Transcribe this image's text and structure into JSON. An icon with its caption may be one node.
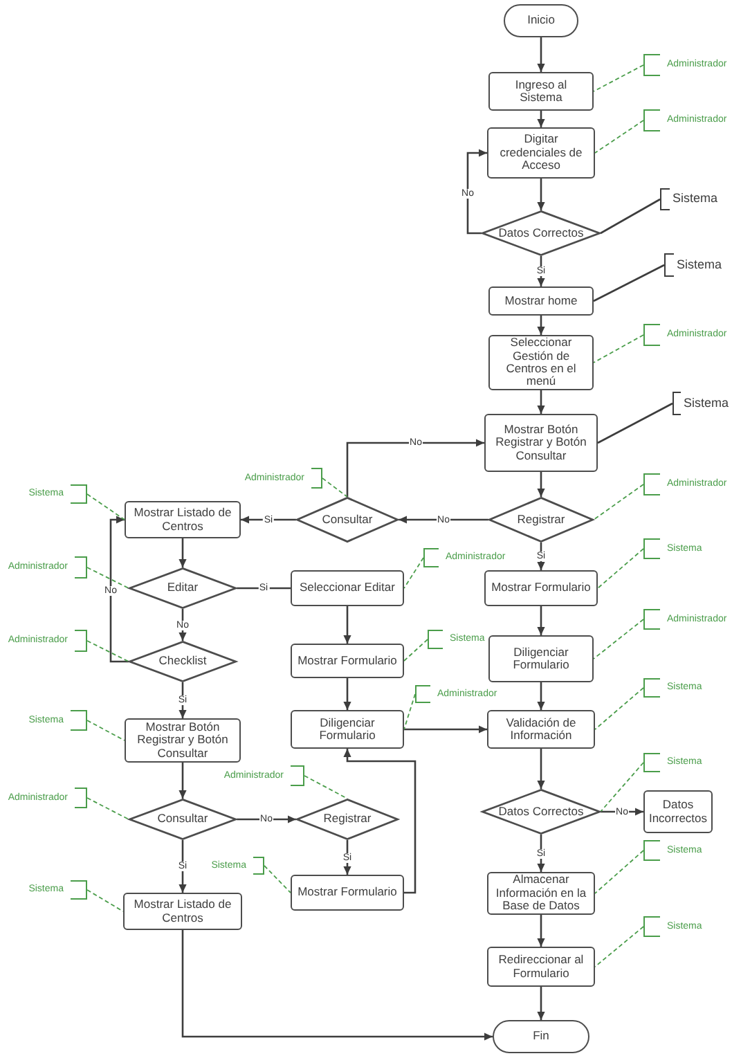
{
  "diagram": {
    "nodes": [
      {
        "text": [
          "Inicio"
        ]
      },
      {
        "text": [
          "Ingreso al Sistema"
        ]
      },
      {
        "text": [
          "Digitar credenciales de Acceso"
        ]
      },
      {
        "text": [
          "Datos Correctos"
        ]
      },
      {
        "text": [
          "Mostrar home"
        ]
      },
      {
        "text": [
          "Seleccionar Gestión de Centros en el menú"
        ]
      },
      {
        "text": [
          "Mostrar Botón Registrar y Botón Consultar"
        ]
      },
      {
        "text": [
          "Registrar"
        ]
      },
      {
        "text": [
          "Consultar"
        ]
      },
      {
        "text": [
          "Mostrar Listado de Centros"
        ]
      },
      {
        "text": [
          "Editar"
        ]
      },
      {
        "text": [
          "Seleccionar Editar"
        ]
      },
      {
        "text": [
          "Checklist"
        ]
      },
      {
        "text": [
          "Mostrar Botón Registrar y Botón Consultar"
        ]
      },
      {
        "text": [
          "Mostrar Formulario"
        ]
      },
      {
        "text": [
          "Diligenciar Formulario"
        ]
      },
      {
        "text": [
          "Consultar"
        ]
      },
      {
        "text": [
          "Registrar"
        ]
      },
      {
        "text": [
          "Mostrar Formulario"
        ]
      },
      {
        "text": [
          "Mostrar Listado de Centros"
        ]
      },
      {
        "text": [
          "Mostrar Formulario"
        ]
      },
      {
        "text": [
          "Diligenciar Formulario"
        ]
      },
      {
        "text": [
          "Validación de Información"
        ]
      },
      {
        "text": [
          "Datos Correctos"
        ]
      },
      {
        "text": [
          "Datos Incorrectos"
        ]
      },
      {
        "text": [
          "Almacenar Información en la Base de Datos"
        ]
      },
      {
        "text": [
          "Redireccionar al Formulario"
        ]
      },
      {
        "text": [
          "Fin"
        ]
      },
      {
        "text": [
          "Administrador"
        ]
      },
      {
        "text": [
          "Administrador"
        ]
      },
      {
        "text": [
          "Sistema"
        ]
      },
      {
        "text": [
          "Sistema"
        ]
      },
      {
        "text": [
          "Administrador"
        ]
      },
      {
        "text": [
          "Sistema"
        ]
      },
      {
        "text": [
          "Administrador"
        ]
      },
      {
        "text": [
          "Sistema"
        ]
      },
      {
        "text": [
          "Administrador"
        ]
      },
      {
        "text": [
          "Sistema"
        ]
      },
      {
        "text": [
          "Sistema"
        ]
      },
      {
        "text": [
          "Sistema"
        ]
      },
      {
        "text": [
          "Sistema"
        ]
      },
      {
        "text": [
          "Administrador"
        ]
      },
      {
        "text": [
          "Sistema"
        ]
      },
      {
        "text": [
          "Administrador"
        ]
      },
      {
        "text": [
          "Administrador"
        ]
      },
      {
        "text": [
          "Sistema"
        ]
      },
      {
        "text": [
          "Administrador"
        ]
      },
      {
        "text": [
          "Sistema"
        ]
      },
      {
        "text": [
          "Administrador"
        ]
      },
      {
        "text": [
          "Administrador"
        ]
      },
      {
        "text": [
          "Sistema"
        ]
      },
      {
        "text": [
          "Administrador"
        ]
      },
      {
        "text": [
          "Sistema"
        ]
      }
    ],
    "edges": [
      {
        "from": 0,
        "to": 1,
        "arrow": "to"
      },
      {
        "from": 1,
        "to": 2,
        "arrow": "to"
      },
      {
        "from": 2,
        "to": 3,
        "arrow": "to"
      },
      {
        "from": 3,
        "to": 2,
        "arrow": "to",
        "label": "No"
      },
      {
        "from": 3,
        "to": 4,
        "arrow": "to",
        "label": "Si"
      },
      {
        "from": 4,
        "to": 5,
        "arrow": "to"
      },
      {
        "from": 5,
        "to": 6,
        "arrow": "to"
      },
      {
        "from": 6,
        "to": 7,
        "arrow": "to"
      },
      {
        "from": 7,
        "to": 8,
        "arrow": "to",
        "label": "No"
      },
      {
        "from": 8,
        "to": 6,
        "arrow": "to",
        "label": "No"
      },
      {
        "from": 8,
        "to": 9,
        "arrow": "to",
        "label": "Si"
      },
      {
        "from": 9,
        "to": 10,
        "arrow": "to"
      },
      {
        "from": 10,
        "to": 11,
        "arrow": "none",
        "label": "Si"
      },
      {
        "from": 10,
        "to": 12,
        "arrow": "to",
        "label": "No"
      },
      {
        "from": 12,
        "to": 9,
        "arrow": "to",
        "label": "No"
      },
      {
        "from": 12,
        "to": 13,
        "arrow": "to",
        "label": "Si"
      },
      {
        "from": 11,
        "to": 14,
        "arrow": "to"
      },
      {
        "from": 14,
        "to": 15,
        "arrow": "to"
      },
      {
        "from": 15,
        "to": 22,
        "arrow": "to"
      },
      {
        "from": 13,
        "to": 16,
        "arrow": "to"
      },
      {
        "from": 16,
        "to": 17,
        "arrow": "to",
        "label": "No"
      },
      {
        "from": 16,
        "to": 19,
        "arrow": "to",
        "label": "Si"
      },
      {
        "from": 17,
        "to": 18,
        "arrow": "to",
        "label": "Si"
      },
      {
        "from": 18,
        "to": 15,
        "arrow": "to"
      },
      {
        "from": 19,
        "to": 27,
        "arrow": "to"
      },
      {
        "from": 7,
        "to": 20,
        "arrow": "to",
        "label": "Si"
      },
      {
        "from": 20,
        "to": 21,
        "arrow": "to"
      },
      {
        "from": 21,
        "to": 22,
        "arrow": "to"
      },
      {
        "from": 22,
        "to": 23,
        "arrow": "to"
      },
      {
        "from": 23,
        "to": 24,
        "arrow": "to",
        "label": "No"
      },
      {
        "from": 23,
        "to": 25,
        "arrow": "to",
        "label": "Si"
      },
      {
        "from": 25,
        "to": 26,
        "arrow": "to"
      },
      {
        "from": 26,
        "to": 27,
        "arrow": "to"
      },
      {
        "from": 28,
        "to": 1,
        "arrow": "none",
        "style": "dashed",
        "color": "#4a9d4a"
      },
      {
        "from": 29,
        "to": 2,
        "arrow": "none",
        "style": "dashed",
        "color": "#4a9d4a"
      },
      {
        "from": 30,
        "to": 3,
        "arrow": "none"
      },
      {
        "from": 31,
        "to": 4,
        "arrow": "none"
      },
      {
        "from": 32,
        "to": 5,
        "arrow": "none",
        "style": "dashed",
        "color": "#4a9d4a"
      },
      {
        "from": 33,
        "to": 6,
        "arrow": "none"
      },
      {
        "from": 34,
        "to": 7,
        "arrow": "none",
        "style": "dashed",
        "color": "#4a9d4a"
      },
      {
        "from": 35,
        "to": 20,
        "arrow": "none",
        "style": "dashed",
        "color": "#4a9d4a"
      },
      {
        "from": 36,
        "to": 21,
        "arrow": "none",
        "style": "dashed",
        "color": "#4a9d4a"
      },
      {
        "from": 37,
        "to": 22,
        "arrow": "none",
        "style": "dashed",
        "color": "#4a9d4a"
      },
      {
        "from": 38,
        "to": 23,
        "arrow": "none",
        "style": "dashed",
        "color": "#4a9d4a"
      },
      {
        "from": 39,
        "to": 25,
        "arrow": "none",
        "style": "dashed",
        "color": "#4a9d4a"
      },
      {
        "from": 40,
        "to": 26,
        "arrow": "none",
        "style": "dashed",
        "color": "#4a9d4a"
      },
      {
        "from": 41,
        "to": 8,
        "arrow": "none",
        "style": "dashed",
        "color": "#4a9d4a"
      },
      {
        "from": 42,
        "to": 9,
        "arrow": "none",
        "style": "dashed",
        "color": "#4a9d4a"
      },
      {
        "from": 43,
        "to": 10,
        "arrow": "none",
        "style": "dashed",
        "color": "#4a9d4a"
      },
      {
        "from": 44,
        "to": 12,
        "arrow": "none",
        "style": "dashed",
        "color": "#4a9d4a"
      },
      {
        "from": 45,
        "to": 13,
        "arrow": "none",
        "style": "dashed",
        "color": "#4a9d4a"
      },
      {
        "from": 46,
        "to": 11,
        "arrow": "none",
        "style": "dashed",
        "color": "#4a9d4a"
      },
      {
        "from": 47,
        "to": 14,
        "arrow": "none",
        "style": "dashed",
        "color": "#4a9d4a"
      },
      {
        "from": 48,
        "to": 15,
        "arrow": "none",
        "style": "dashed",
        "color": "#4a9d4a"
      },
      {
        "from": 49,
        "to": 17,
        "arrow": "none",
        "style": "dashed",
        "color": "#4a9d4a"
      },
      {
        "from": 50,
        "to": 18,
        "arrow": "none",
        "style": "dashed",
        "color": "#4a9d4a"
      },
      {
        "from": 51,
        "to": 16,
        "arrow": "none",
        "style": "dashed",
        "color": "#4a9d4a"
      },
      {
        "from": 52,
        "to": 19,
        "arrow": "none",
        "style": "dashed",
        "color": "#4a9d4a"
      }
    ]
  }
}
